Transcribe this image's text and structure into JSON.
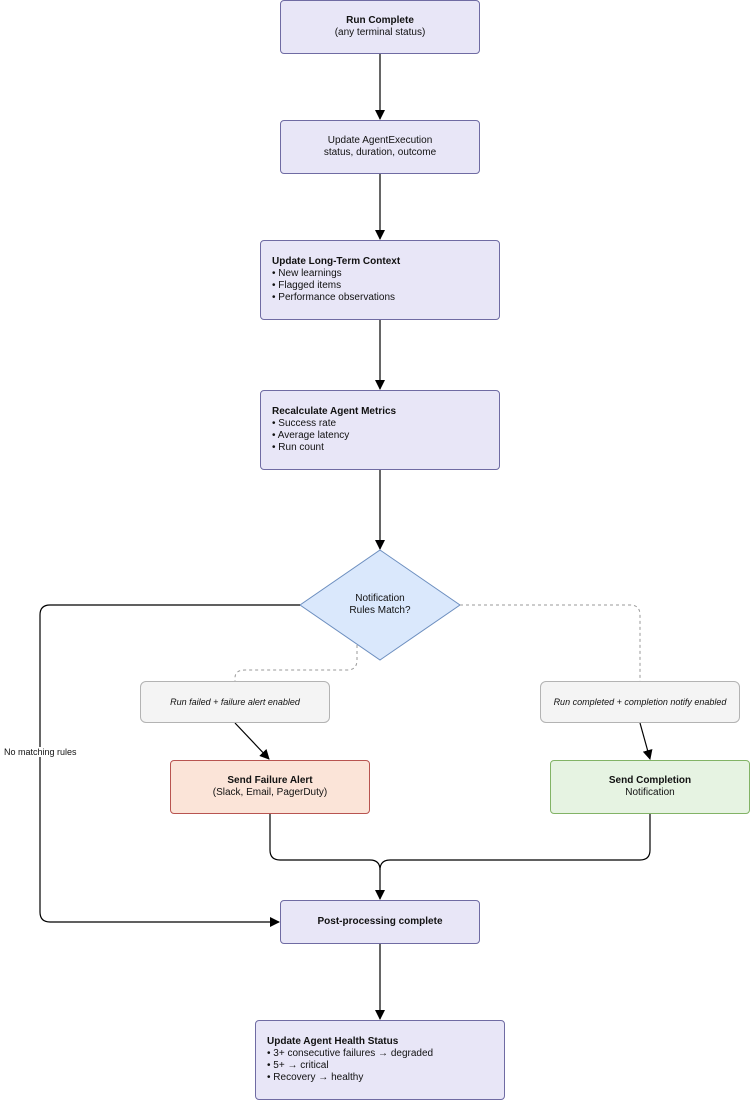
{
  "nodes": {
    "run_complete": {
      "title": "Run Complete",
      "subtitle": "(any terminal status)"
    },
    "update_execution": {
      "line1": "Update AgentExecution",
      "line2": "status, duration, outcome"
    },
    "update_context": {
      "title": "Update Long-Term Context",
      "items": [
        "• New learnings",
        "• Flagged items",
        "• Performance observations"
      ]
    },
    "recalc_metrics": {
      "title": "Recalculate Agent Metrics",
      "items": [
        "• Success rate",
        "• Average latency",
        "• Run count"
      ]
    },
    "decision": {
      "line1": "Notification",
      "line2": "Rules Match?"
    },
    "cond_failure": {
      "label": "Run failed + failure alert enabled"
    },
    "cond_completion": {
      "label": "Run completed + completion notify enabled"
    },
    "send_failure": {
      "title": "Send Failure Alert",
      "subtitle": "(Slack, Email, PagerDuty)"
    },
    "send_completion": {
      "title": "Send Completion",
      "subtitle": "Notification"
    },
    "post_processing": {
      "title": "Post-processing complete"
    },
    "health_status": {
      "title": "Update Agent Health Status",
      "items": [
        "• 3+ consecutive failures → degraded",
        "• 5+ → critical",
        "• Recovery → healthy"
      ]
    }
  },
  "edges": {
    "no_match_label": "No matching rules"
  },
  "colors": {
    "process_fill": "#e8e6f7",
    "process_stroke": "#6f6ba3",
    "decision_fill": "#dae8fc",
    "decision_stroke": "#6c8ebf",
    "failure_fill": "#fbe4d8",
    "failure_stroke": "#b85450",
    "success_fill": "#e6f3e2",
    "success_stroke": "#82b366",
    "condition_fill": "#f4f4f4",
    "condition_stroke": "#b3b3b3"
  }
}
